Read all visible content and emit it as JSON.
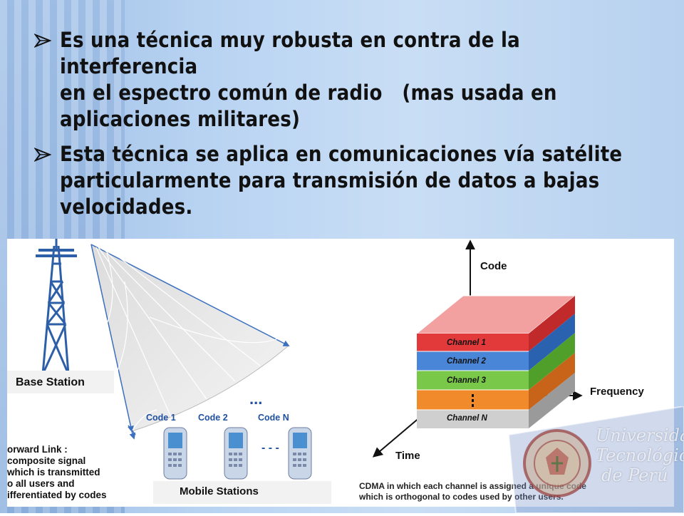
{
  "bullets": [
    {
      "lines": [
        "Es una técnica muy robusta en contra de la interferencia",
        "en el espectro común de radio   (mas usada en",
        "aplicaciones militares)"
      ]
    },
    {
      "lines": [
        "Esta técnica se aplica en comunicaciones vía satélite",
        "particularmente para transmisión de datos a bajas",
        "velocidades."
      ]
    }
  ],
  "figure": {
    "base_station_label": "Base Station",
    "forward_link_lines": [
      "orward Link :",
      "composite signal",
      "which is transmitted",
      "o all users and",
      "ifferentiated by codes"
    ],
    "codes": [
      "Code 1",
      "Code 2",
      "Code N"
    ],
    "dots": "...",
    "dash_dots": "- - -",
    "mobile_stations_label": "Mobile Stations",
    "axes": {
      "y": "Code",
      "x": "Frequency",
      "z": "Time"
    },
    "channels": [
      {
        "name": "Channel 1",
        "color": "#e23a3a"
      },
      {
        "name": "Channel 2",
        "color": "#4a86d8"
      },
      {
        "name": "Channel 3",
        "color": "#7ac84a"
      },
      {
        "name": "",
        "color": "#f08a2a"
      },
      {
        "name": "Channel N",
        "color": "#cfcfcf"
      }
    ],
    "caption_lines": [
      "CDMA in which each channel is assigned a unique code",
      "which is orthogonal to codes used by other users."
    ]
  },
  "logo": {
    "lines": [
      "Universidad",
      "Tecnológica",
      "de Perú"
    ]
  }
}
